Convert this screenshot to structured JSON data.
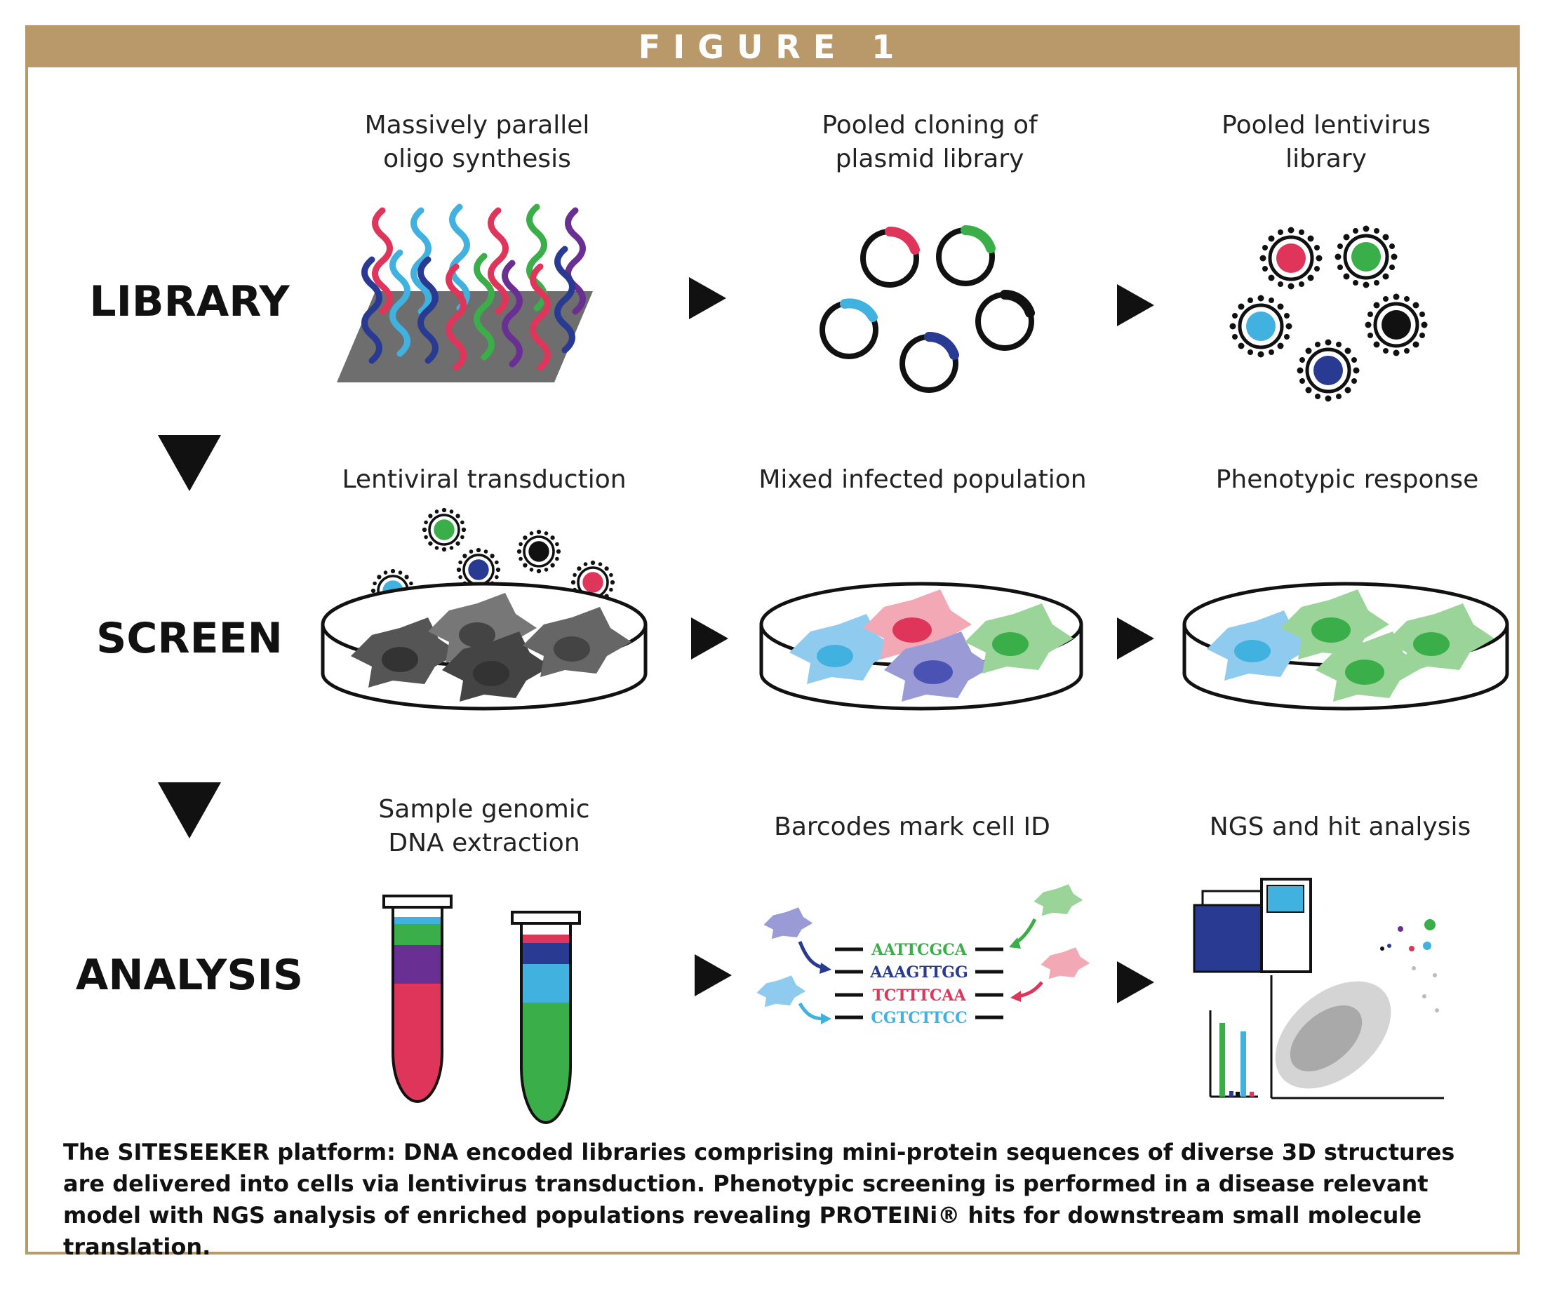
{
  "figure": {
    "header": "FIGURE 1",
    "rows": {
      "library": "LIBRARY",
      "screen": "SCREEN",
      "analysis": "ANALYSIS"
    },
    "steps": {
      "oligo_1": "Massively parallel",
      "oligo_2": "oligo synthesis",
      "plasmid_1": "Pooled cloning of",
      "plasmid_2": "plasmid library",
      "lenti_1": "Pooled lentivirus",
      "lenti_2": "library",
      "transduction": "Lentiviral transduction",
      "mixed": "Mixed infected population",
      "phenotypic": "Phenotypic response",
      "extract_1": "Sample genomic",
      "extract_2": "DNA extraction",
      "barcodes": "Barcodes mark cell ID",
      "ngs": "NGS and hit analysis"
    },
    "barcode_sequences": [
      "AATTCGCA",
      "AAAGTTGG",
      "TCTTTCAA",
      "CGTCTTCC"
    ],
    "caption": "The SITESEEKER platform: DNA encoded libraries comprising mini-protein sequences of diverse 3D structures are delivered into cells via lentivirus transduction. Phenotypic screening is performed in a disease relevant model with NGS analysis of enriched populations revealing PROTEINi® hits for downstream small molecule translation."
  },
  "colors": {
    "border": "#b9996a",
    "red": "#e0355a",
    "green": "#3aae49",
    "light_blue": "#41b1e0",
    "dark_blue": "#283a91",
    "purple": "#6a2f92",
    "black": "#111111"
  }
}
